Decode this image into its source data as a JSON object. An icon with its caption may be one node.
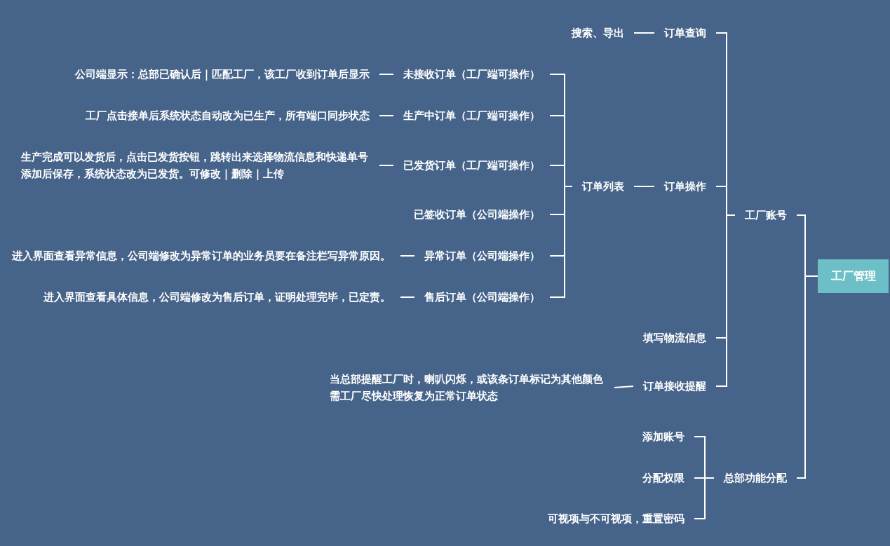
{
  "diagram": {
    "nodes": [
      {
        "text": [
          "工厂管理"
        ]
      },
      {
        "text": [
          "工厂账号"
        ]
      },
      {
        "text": [
          "总部功能分配"
        ]
      },
      {
        "text": [
          "订单查询"
        ]
      },
      {
        "text": [
          "订单操作"
        ]
      },
      {
        "text": [
          "填写物流信息"
        ]
      },
      {
        "text": [
          "订单接收提醒"
        ]
      },
      {
        "text": [
          "搜索、导出"
        ]
      },
      {
        "text": [
          "订单列表"
        ]
      },
      {
        "text": [
          "未接收订单（工厂端可操作）"
        ]
      },
      {
        "text": [
          "生产中订单（工厂端可操作）"
        ]
      },
      {
        "text": [
          "已发货订单（工厂端可操作）"
        ]
      },
      {
        "text": [
          "已签收订单（公司端操作）"
        ]
      },
      {
        "text": [
          "异常订单（公司端操作）"
        ]
      },
      {
        "text": [
          "售后订单（公司端操作）"
        ]
      },
      {
        "text": [
          "公司端显示：总部已确认后｜匹配工厂，该工厂收到订单后显示"
        ]
      },
      {
        "text": [
          "工厂点击接单后系统状态自动改为已生产，所有端口同步状态"
        ]
      },
      {
        "text": [
          "生产完成可以发货后，点击已发货按钮，跳转出来选择物流信息和快递单号添加后保存，系统状态改为已发货。可修改｜删除｜上传"
        ]
      },
      {
        "text": [
          "进入界面查看异常信息，公司端修改为异常订单的业务员要在备注栏写异常原因。"
        ]
      },
      {
        "text": [
          "进入界面查看具体信息，公司端修改为售后订单，证明处理完毕，已定责。"
        ]
      },
      {
        "text": [
          "当总部提醒工厂时，喇叭闪烁，或该条订单标记为其他颜色需工厂尽快处理恢复为正常订单状态"
        ]
      },
      {
        "text": [
          "添加账号"
        ]
      },
      {
        "text": [
          "分配权限"
        ]
      },
      {
        "text": [
          "可视项与不可视项，重置密码"
        ]
      }
    ],
    "edges": [
      {
        "from": 0,
        "to": 1,
        "arrow": "none"
      },
      {
        "from": 0,
        "to": 2,
        "arrow": "none"
      },
      {
        "from": 1,
        "to": 3,
        "arrow": "none"
      },
      {
        "from": 1,
        "to": 4,
        "arrow": "none"
      },
      {
        "from": 1,
        "to": 5,
        "arrow": "none"
      },
      {
        "from": 1,
        "to": 6,
        "arrow": "none"
      },
      {
        "from": 3,
        "to": 7,
        "arrow": "none"
      },
      {
        "from": 4,
        "to": 8,
        "arrow": "none"
      },
      {
        "from": 8,
        "to": 9,
        "arrow": "none"
      },
      {
        "from": 8,
        "to": 10,
        "arrow": "none"
      },
      {
        "from": 8,
        "to": 11,
        "arrow": "none"
      },
      {
        "from": 8,
        "to": 12,
        "arrow": "none"
      },
      {
        "from": 8,
        "to": 13,
        "arrow": "none"
      },
      {
        "from": 8,
        "to": 14,
        "arrow": "none"
      },
      {
        "from": 9,
        "to": 15,
        "arrow": "none"
      },
      {
        "from": 10,
        "to": 16,
        "arrow": "none"
      },
      {
        "from": 11,
        "to": 17,
        "arrow": "none"
      },
      {
        "from": 13,
        "to": 18,
        "arrow": "none"
      },
      {
        "from": 14,
        "to": 19,
        "arrow": "none"
      },
      {
        "from": 6,
        "to": 20,
        "arrow": "none"
      },
      {
        "from": 2,
        "to": 21,
        "arrow": "none"
      },
      {
        "from": 2,
        "to": 22,
        "arrow": "none"
      },
      {
        "from": 2,
        "to": 23,
        "arrow": "none"
      }
    ]
  }
}
